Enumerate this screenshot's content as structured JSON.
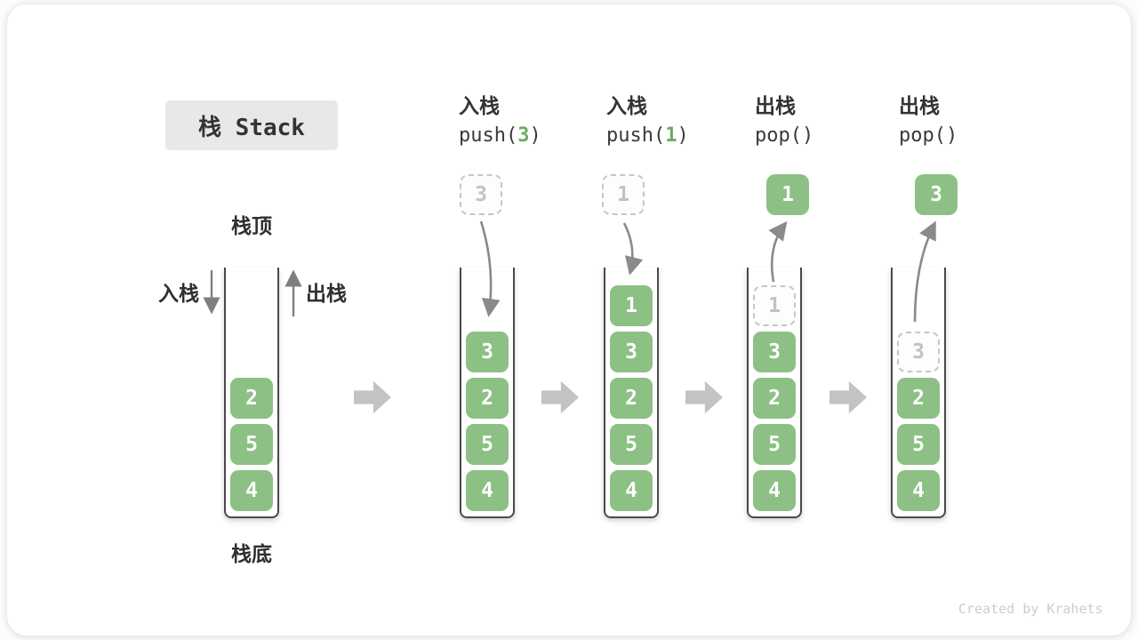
{
  "title": "栈 Stack",
  "watermark": "Created by Krahets",
  "initial": {
    "top_label": "栈顶",
    "bottom_label": "栈底",
    "push_label": "入栈",
    "pop_label": "出栈",
    "cells": [
      "2",
      "5",
      "4"
    ]
  },
  "stages": [
    {
      "label": "入栈",
      "code_prefix": "push(",
      "code_arg": "3",
      "code_suffix": ")",
      "floating": "3",
      "floating_style": "dashed",
      "cells": [
        "3",
        "2",
        "5",
        "4"
      ]
    },
    {
      "label": "入栈",
      "code_prefix": "push(",
      "code_arg": "1",
      "code_suffix": ")",
      "floating": "1",
      "floating_style": "dashed",
      "cells": [
        "1",
        "3",
        "2",
        "5",
        "4"
      ]
    },
    {
      "label": "出栈",
      "code_prefix": "pop(",
      "code_arg": "",
      "code_suffix": ")",
      "floating": "1",
      "floating_style": "solid",
      "ghost": "1",
      "cells": [
        "3",
        "2",
        "5",
        "4"
      ]
    },
    {
      "label": "出栈",
      "code_prefix": "pop(",
      "code_arg": "",
      "code_suffix": ")",
      "floating": "3",
      "floating_style": "solid",
      "ghost": "3",
      "cells": [
        "2",
        "5",
        "4"
      ]
    }
  ],
  "icons": {
    "push_arrow": "down-arrow-icon",
    "pop_arrow": "up-arrow-icon",
    "stage_transition": "right-block-arrow-icon"
  },
  "colors": {
    "cell_green": "#8CC084",
    "code_arg_green": "#6CAB5D",
    "arrow_gray": "#8a8a8a",
    "block_arrow_gray": "#c3c3c3",
    "title_bg": "#e8e8e8",
    "ink": "#333333"
  }
}
